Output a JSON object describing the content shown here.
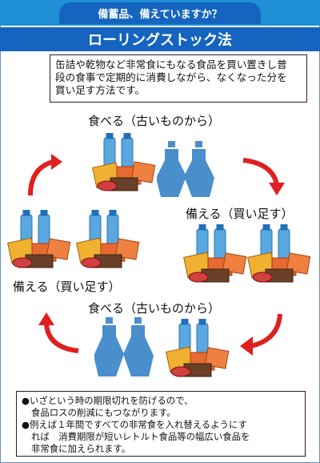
{
  "header": {
    "banner": "備蓄品、備えていますか？",
    "title": "ローリングストック法"
  },
  "intro": {
    "lines": [
      "缶詰や乾物など非常食にもなる食品を買い置きし普",
      "段の食事で定期的に消費しながら、なくなった分を",
      "買い足す方法です。"
    ]
  },
  "cycle": {
    "eat_top": "食べる（古いものから）",
    "stock_right": "備える（買い足す）",
    "stock_left": "備える（買い足す）",
    "eat_bottom": "食べる（古いものから）"
  },
  "notes": {
    "lines": [
      "●いざという時の期限切れを防げるので、",
      "食品ロスの削減にもつながります。",
      "●例えば１年間ですべての非常食を入れ替えるようにす",
      "れば　消費期限が短いレトルト食品等の幅広い食品を",
      "非常食に加えられます。"
    ]
  },
  "colors": {
    "banner": "#1f8fd6",
    "title_bg": "#1565c0",
    "arrow": "#e02020",
    "bottle": "#5aa8e0",
    "empty_bottle": "#4a8ecc"
  }
}
